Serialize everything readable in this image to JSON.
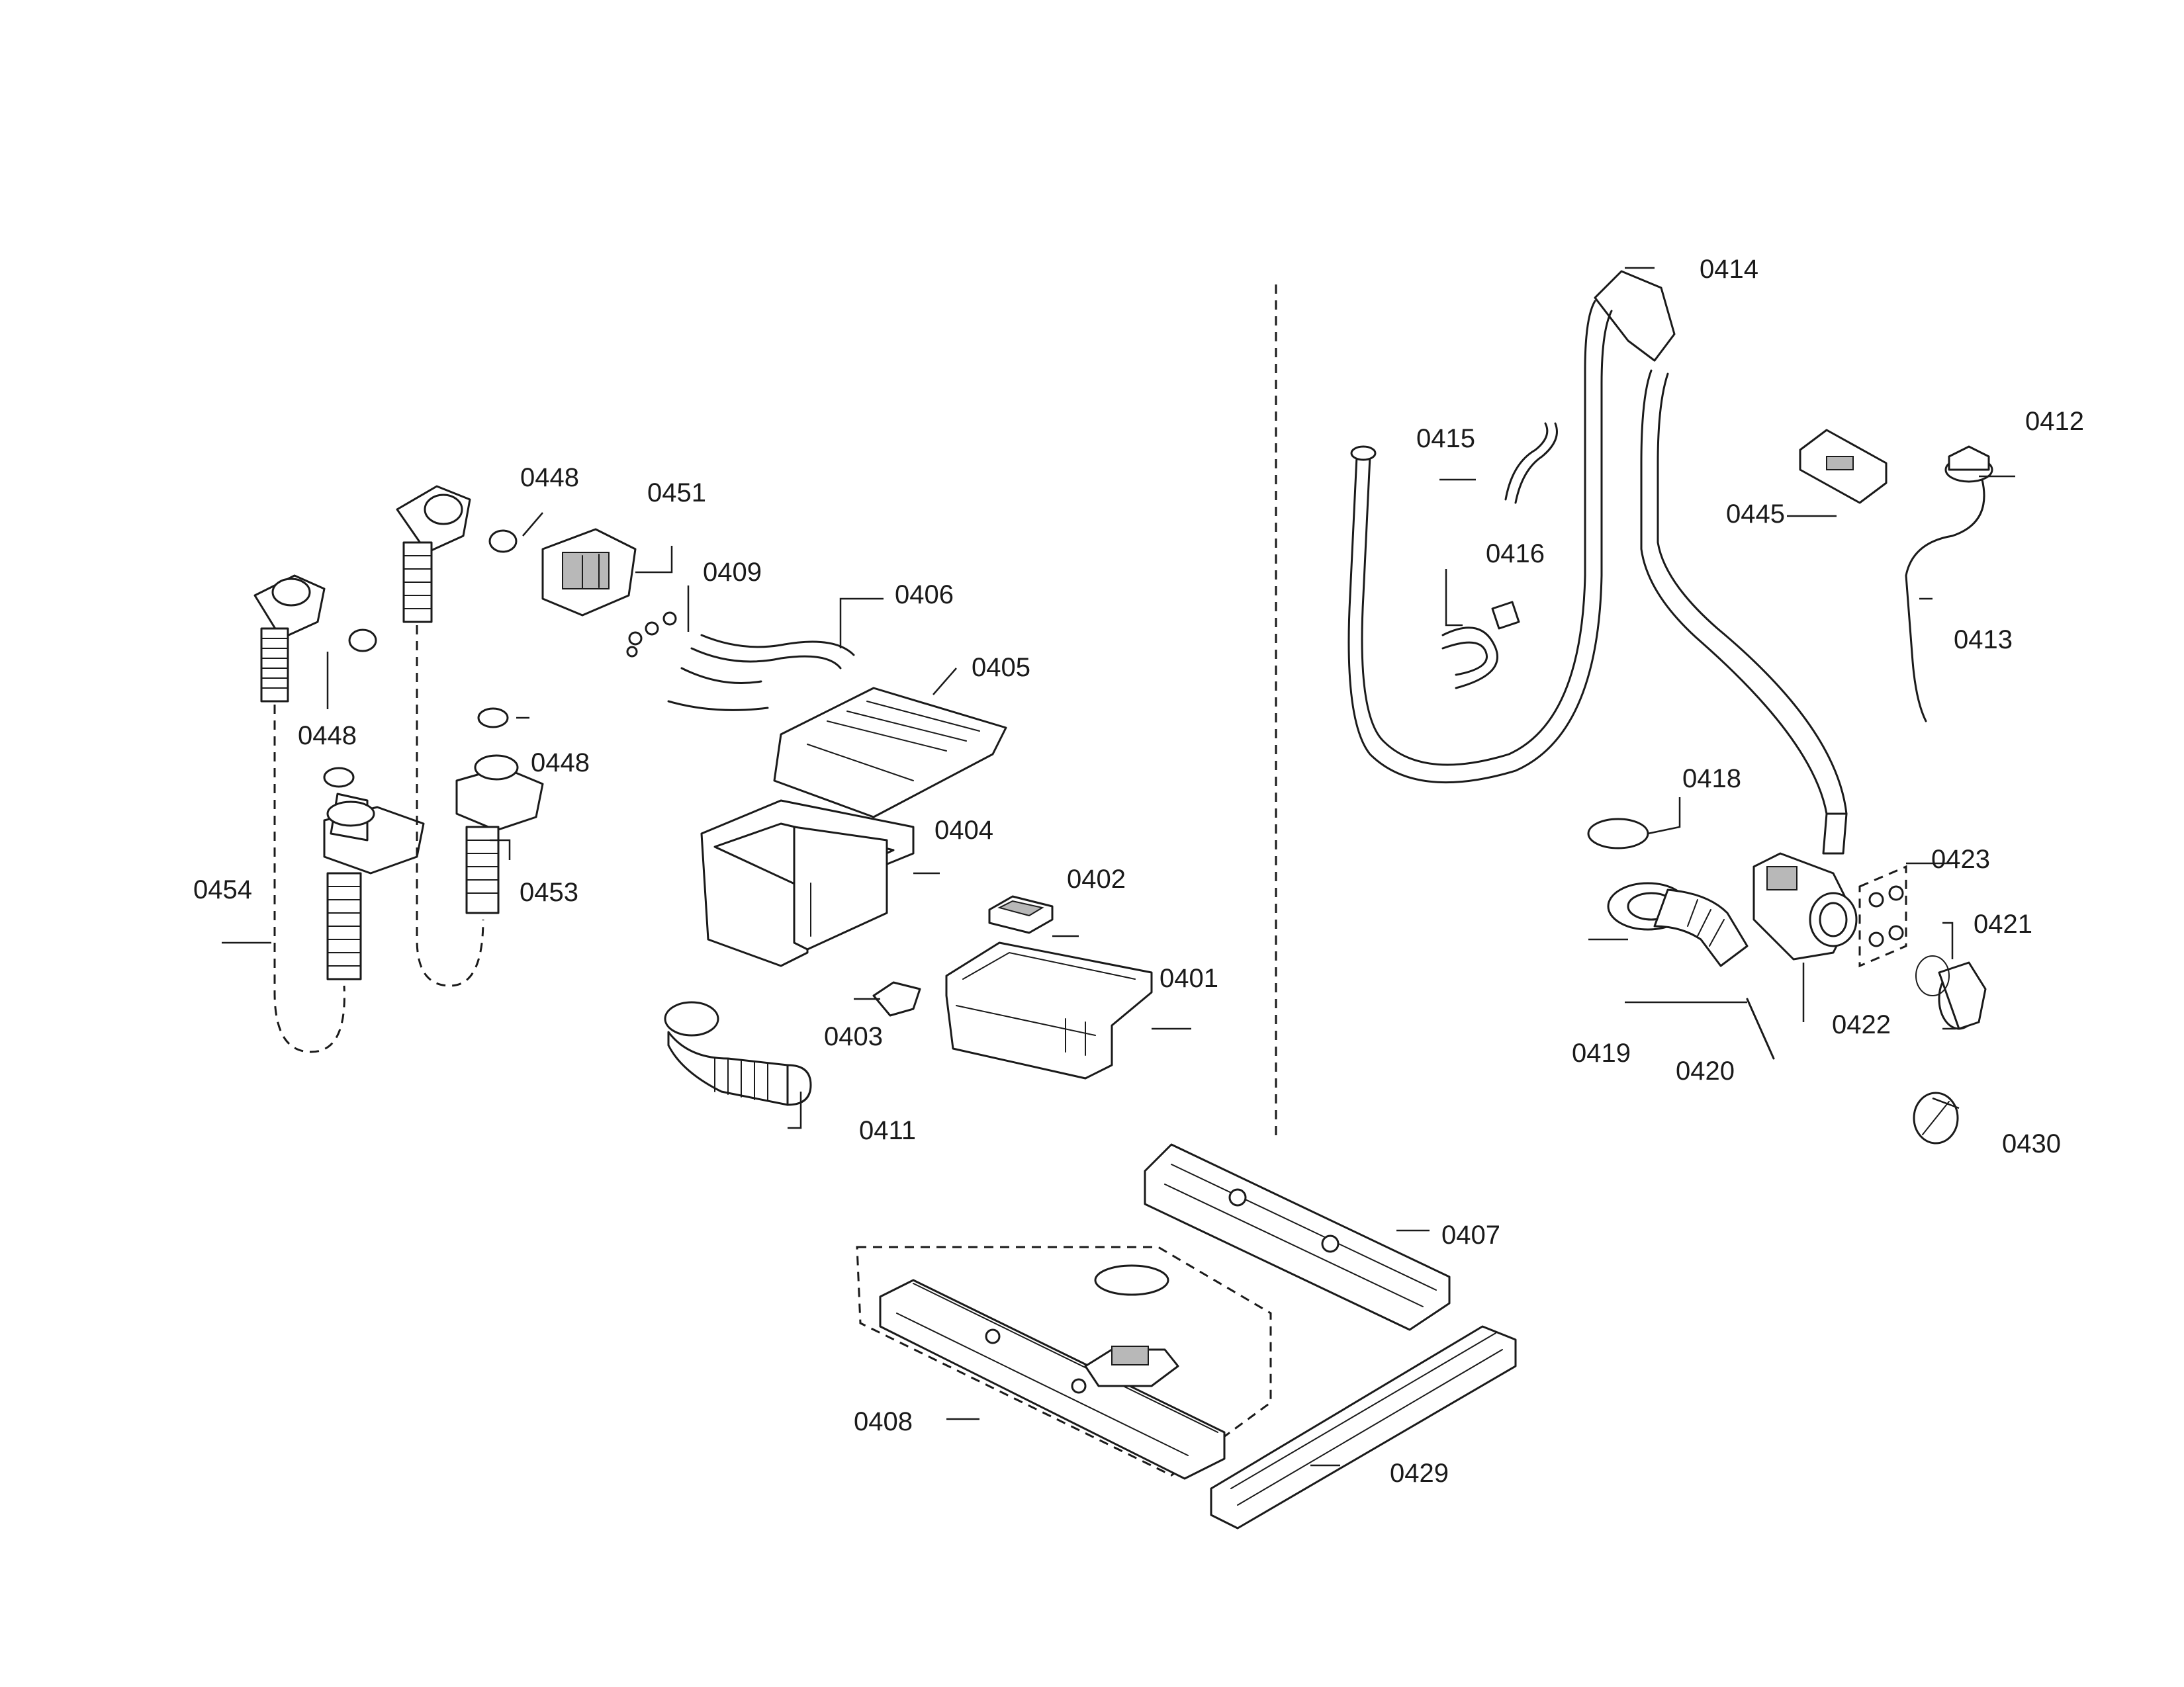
{
  "diagram": {
    "labels": {
      "p0401": "0401",
      "p0402": "0402",
      "p0403": "0403",
      "p0404": "0404",
      "p0405": "0405",
      "p0406": "0406",
      "p0407": "0407",
      "p0408": "0408",
      "p0409": "0409",
      "p0411": "0411",
      "p0412": "0412",
      "p0413": "0413",
      "p0414": "0414",
      "p0415": "0415",
      "p0416": "0416",
      "p0418": "0418",
      "p0419": "0419",
      "p0420": "0420",
      "p0421": "0421",
      "p0422": "0422",
      "p0423": "0423",
      "p0429": "0429",
      "p0430": "0430",
      "p0445": "0445",
      "p0448a": "0448",
      "p0448b": "0448",
      "p0448c": "0448",
      "p0451": "0451",
      "p0453": "0453",
      "p0454": "0454"
    },
    "colors": {
      "line": "#1a1a1a",
      "background": "#ffffff",
      "shade": "#b8b8b8"
    }
  }
}
